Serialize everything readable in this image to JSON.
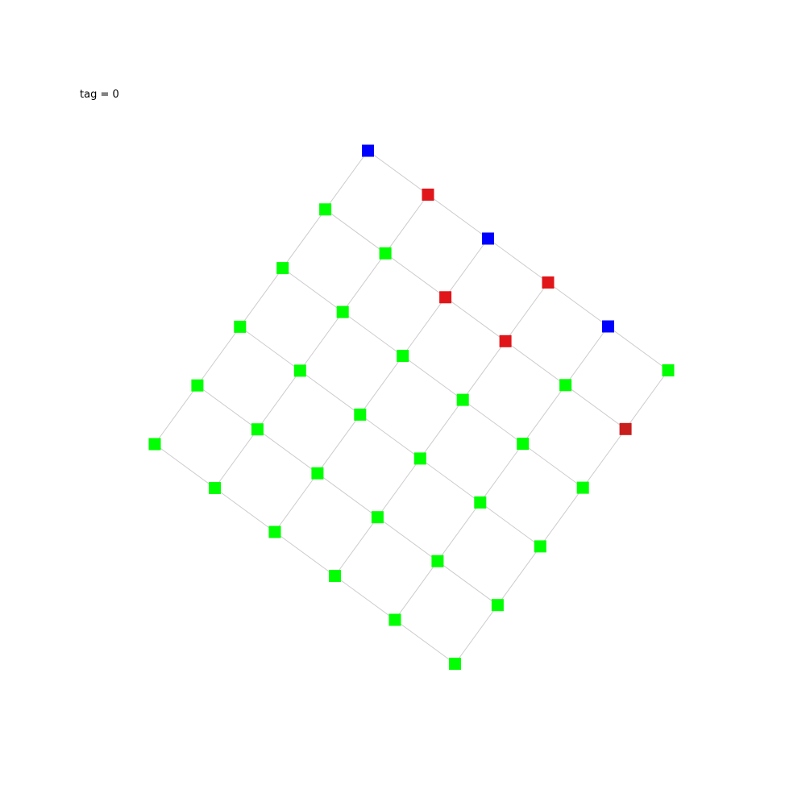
{
  "header": {
    "tag_text": "tag = 0"
  },
  "graph": {
    "rows": 6,
    "cols": 6,
    "edge_color": "#cccccc",
    "default_node_color": "#00ff00",
    "node_states": [
      {
        "row": 2,
        "col": 4,
        "color": "#e0161a"
      },
      {
        "row": 1,
        "col": 5,
        "color": "#e0161a"
      },
      {
        "row": 2,
        "col": 5,
        "color": "#0000ff"
      },
      {
        "row": 0,
        "col": 5,
        "color": "#0000ff"
      },
      {
        "row": 3,
        "col": 4,
        "color": "#e0161a"
      },
      {
        "row": 3,
        "col": 5,
        "color": "#e0161a"
      },
      {
        "row": 4,
        "col": 5,
        "color": "#0000ff"
      },
      {
        "row": 5,
        "col": 4,
        "color": "#c81e1e"
      }
    ]
  }
}
